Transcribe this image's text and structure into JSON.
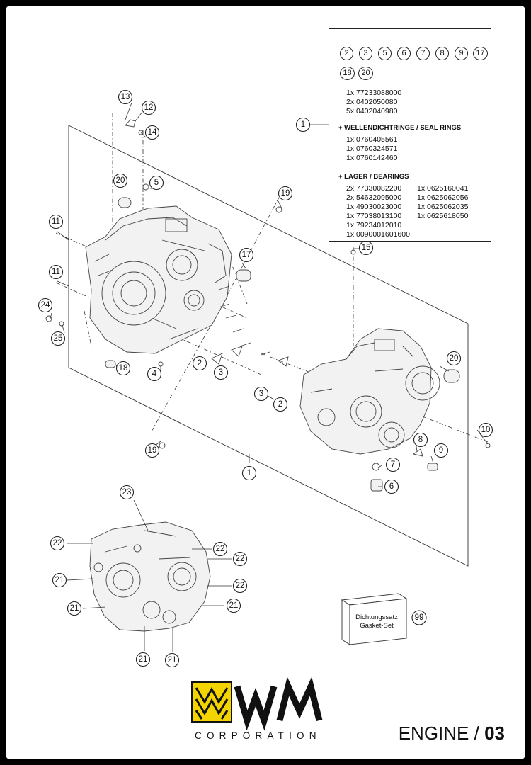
{
  "callouts": {
    "c13": "13",
    "c12": "12",
    "c14": "14",
    "c20a": "20",
    "c5": "5",
    "c19a": "19",
    "c11a": "11",
    "c17": "17",
    "c11b": "11",
    "c24": "24",
    "c25": "25",
    "c18": "18",
    "c4": "4",
    "c2a": "2",
    "c3a": "3",
    "c15": "15",
    "c20b": "20",
    "c3b": "3",
    "c2b": "2",
    "c10": "10",
    "c8": "8",
    "c9": "9",
    "c7": "7",
    "c6": "6",
    "c19b": "19",
    "c1a": "1",
    "c1b": "1",
    "c23": "23",
    "c22a": "22",
    "c22b": "22",
    "c22c": "22",
    "c22d": "22",
    "c21a": "21",
    "c21b": "21",
    "c21c": "21",
    "c21d": "21",
    "c21e": "21",
    "c99": "99"
  },
  "kit": {
    "circles": [
      "2",
      "3",
      "5",
      "6",
      "7",
      "8",
      "9",
      "17",
      "18",
      "20"
    ],
    "lines_a": [
      "1x 77233088000",
      "2x 0402050080",
      "5x 0402040980"
    ],
    "seal_heading": "+ WELLENDICHTRINGE / SEAL RINGS",
    "seal_lines": [
      "1x 0760405561",
      "1x 0760324571",
      "1x 0760142460"
    ],
    "bearing_heading": "+ LAGER / BEARINGS",
    "bearing_left": [
      "2x 77330082200",
      "2x 54632095000",
      "1x 49030023000",
      "1x 77038013100",
      "1x 79234012010",
      "1x 0090001601600"
    ],
    "bearing_right": [
      "1x 0625160041",
      "1x 0625062056",
      "1x 0625062035",
      "1x 0625618050"
    ]
  },
  "gasket_set": {
    "line1": "Dichtungssatz",
    "line2": "Gasket-Set"
  },
  "footer": {
    "brand_sub": "CORPORATION",
    "section_name": "ENGINE / ",
    "section_number": "03"
  },
  "colors": {
    "logo_yellow": "#f2d400",
    "logo_black": "#111111",
    "frame": "#000000"
  }
}
